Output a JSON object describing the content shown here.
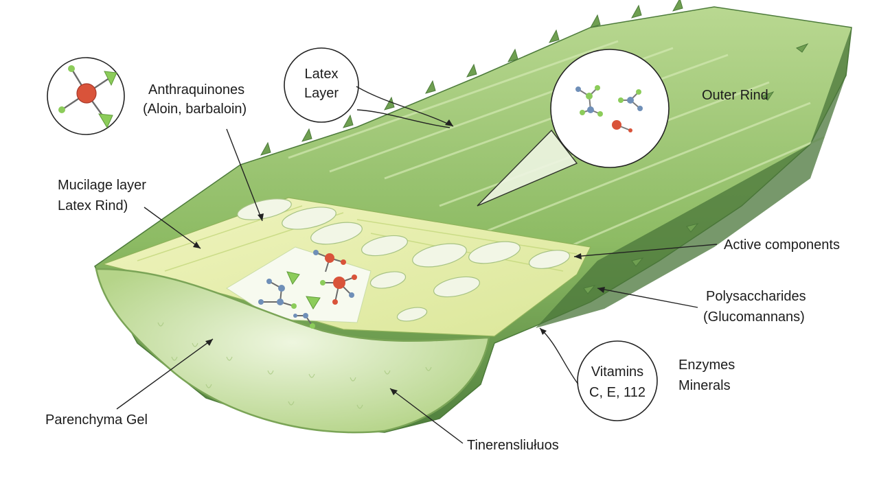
{
  "labels": {
    "latex_layer": [
      "Latex",
      "Layer"
    ],
    "anthraquinones": [
      "Anthraquinones",
      "(Aloin, barbaloin)"
    ],
    "outer_rind": "Outer Rind",
    "mucilage": [
      "Mucilage layer",
      "Latex Rind)"
    ],
    "active_components": "Active components",
    "polysaccharides": [
      "Polysaccharides",
      "(Glucomannans)"
    ],
    "vitamins": [
      "Vitamins",
      "C, E, 112"
    ],
    "enzymes_minerals": [
      "Enzymes",
      "Minerals"
    ],
    "parenchyma": "Parenchyma Gel",
    "bottom": "Tinerensliułuos"
  },
  "colors": {
    "rind_dark": "#5f8f4a",
    "rind_mid": "#86b45f",
    "rind_light": "#b4d48c",
    "latex_yellow": "#e6efa2",
    "gel": "#d2e6b0",
    "atom_red": "#d9533a",
    "atom_green": "#8ccc5a",
    "atom_blue": "#6f8fb8"
  }
}
